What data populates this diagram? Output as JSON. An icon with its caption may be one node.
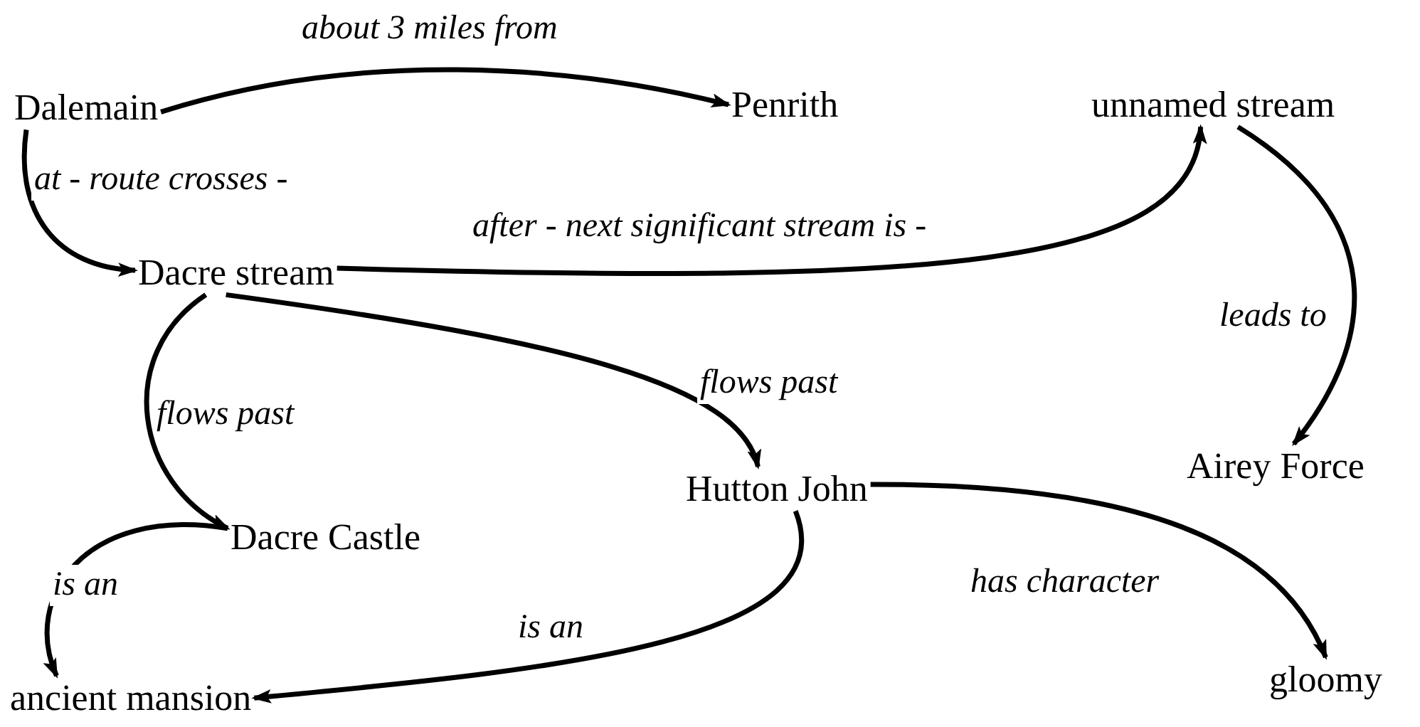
{
  "diagram": {
    "nodes": [
      {
        "text": [
          "Dalemain"
        ]
      },
      {
        "text": [
          "Penrith"
        ]
      },
      {
        "text": [
          "unnamed stream"
        ]
      },
      {
        "text": [
          "Dacre stream"
        ]
      },
      {
        "text": [
          "Airey Force"
        ]
      },
      {
        "text": [
          "Hutton John"
        ]
      },
      {
        "text": [
          "Dacre Castle"
        ]
      },
      {
        "text": [
          "gloomy"
        ]
      },
      {
        "text": [
          "ancient mansion"
        ]
      }
    ],
    "edges": [
      {
        "from": 0,
        "to": 1,
        "arrow": "to",
        "label": "about 3 miles from"
      },
      {
        "from": 0,
        "to": 3,
        "arrow": "to",
        "label": "at - route crosses -"
      },
      {
        "from": 3,
        "to": 2,
        "arrow": "to",
        "label": "after - next significant stream is -"
      },
      {
        "from": 2,
        "to": 4,
        "arrow": "to",
        "label": "leads to"
      },
      {
        "from": 3,
        "to": 6,
        "arrow": "to",
        "label": "flows past"
      },
      {
        "from": 3,
        "to": 5,
        "arrow": "to",
        "label": "flows past"
      },
      {
        "from": 6,
        "to": 8,
        "arrow": "to",
        "label": "is an"
      },
      {
        "from": 5,
        "to": 8,
        "arrow": "to",
        "label": "is an"
      },
      {
        "from": 5,
        "to": 7,
        "arrow": "to",
        "label": "has character"
      }
    ]
  }
}
